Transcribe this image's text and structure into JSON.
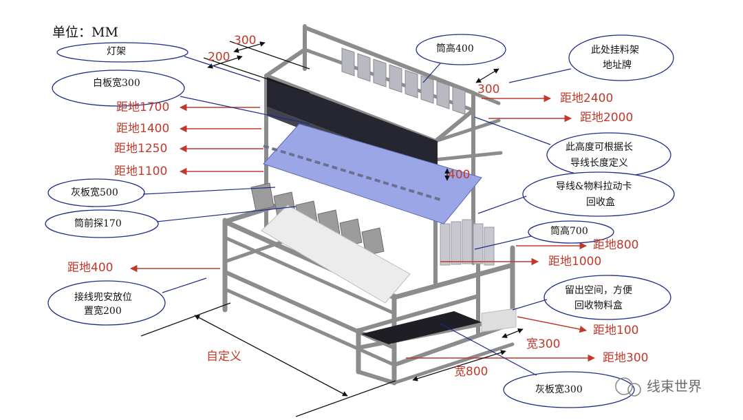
{
  "unit": "单位：MM",
  "dims": {
    "d300_top": "300",
    "d200": "200",
    "d300_right": "300",
    "d400": "400",
    "kuan300": "宽300",
    "kuan800": "宽800",
    "custom": "自定义"
  },
  "heights": {
    "h1700": "距地1700",
    "h1400": "距地1400",
    "h1250": "距地1250",
    "h1100": "距地1100",
    "h400": "距地400",
    "h2400": "距地2400",
    "h2000": "距地2000",
    "h800": "距地800",
    "h1000": "距地1000",
    "h100": "距地100",
    "h300": "距地300"
  },
  "callouts": {
    "light_rack": "灯架",
    "whiteboard": "白板宽300",
    "grayboard500": "灰板宽500",
    "bin_front": "筒前探170",
    "harness_place_1": "接线兜安放位",
    "harness_place_2": "置宽200",
    "bin_height400": "筒高400",
    "address_1": "此处挂料架",
    "address_2": "地址牌",
    "adjust_1": "此高度可根据长",
    "adjust_2": "导线长度定义",
    "recycle_1": "导线&物料拉动卡",
    "recycle_2": "回收盒",
    "bin_height700": "筒高700",
    "space_1": "留出空间，方便",
    "space_2": "回收物料盒",
    "grayboard300": "灰板宽300"
  },
  "watermark": "线束世界",
  "colors": {
    "dimension_red": "#c0392b",
    "frame_gray": "#8c8c8c",
    "callout_blue": "#1f2a8a",
    "board_blue": "#9aa6e6",
    "panel_dark": "#262630"
  }
}
